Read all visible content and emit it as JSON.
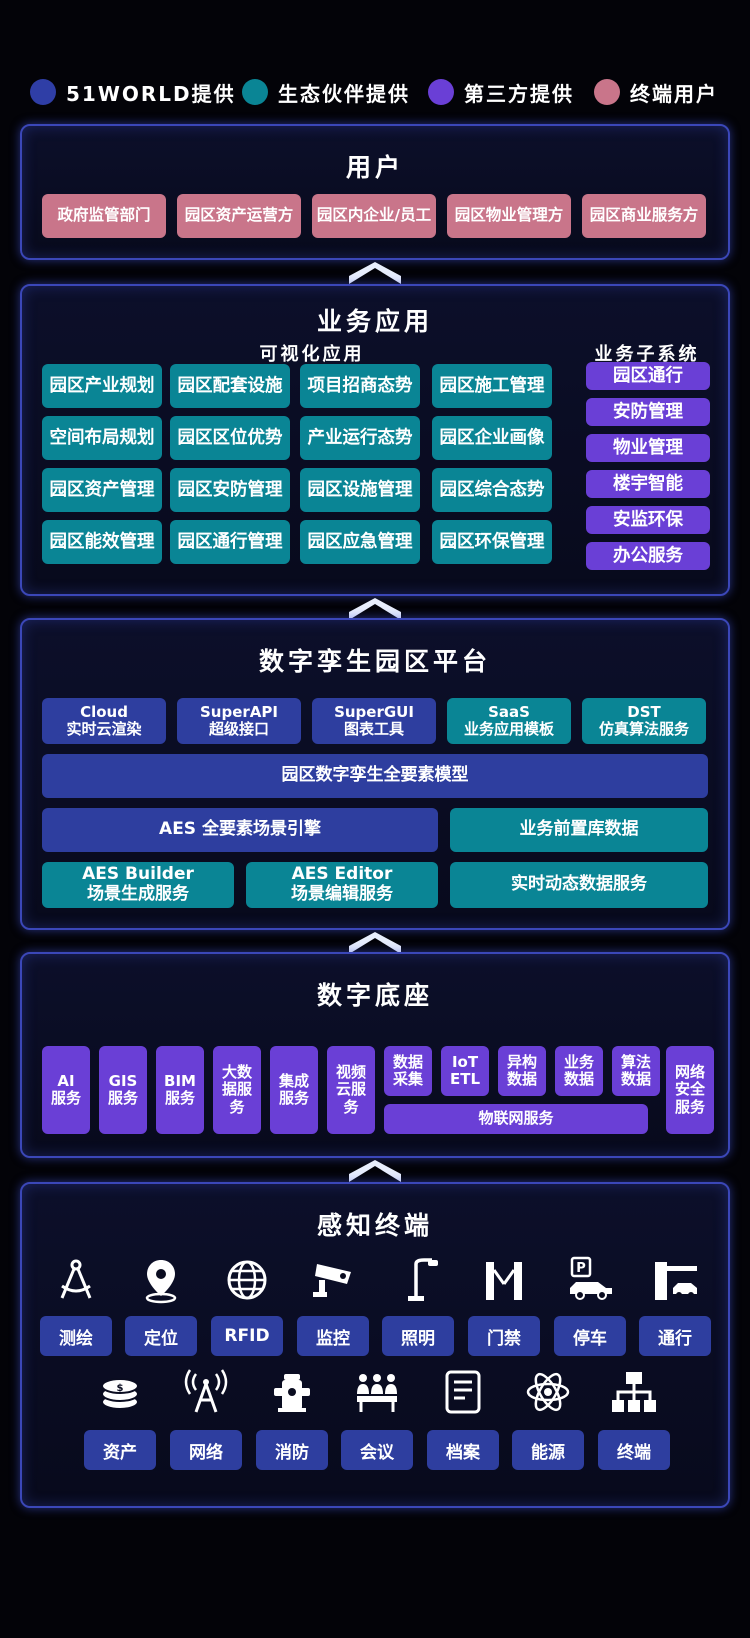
{
  "legend": [
    {
      "label": "51WORLD提供",
      "color": "#2f3ea6"
    },
    {
      "label": "生态伙伴提供",
      "color": "#0a8595"
    },
    {
      "label": "第三方提供",
      "color": "#6a3fd6"
    },
    {
      "label": "终端用户",
      "color": "#c9758a"
    }
  ],
  "users": {
    "title": "用户",
    "items": [
      "政府监管部门",
      "园区资产运营方",
      "园区内企业/员工",
      "园区物业管理方",
      "园区商业服务方"
    ]
  },
  "business": {
    "title": "业务应用",
    "visual_title": "可视化应用",
    "subsystem_title": "业务子系统",
    "visual_items": [
      "园区产业规划",
      "园区配套设施",
      "项目招商态势",
      "园区施工管理",
      "空间布局规划",
      "园区区位优势",
      "产业运行态势",
      "园区企业画像",
      "园区资产管理",
      "园区安防管理",
      "园区设施管理",
      "园区综合态势",
      "园区能效管理",
      "园区通行管理",
      "园区应急管理",
      "园区环保管理"
    ],
    "subsystems": [
      "园区通行",
      "安防管理",
      "物业管理",
      "楼宇智能",
      "安监环保",
      "办公服务"
    ]
  },
  "platform": {
    "title": "数字孪生园区平台",
    "top": [
      {
        "l1": "Cloud",
        "l2": "实时云渲染"
      },
      {
        "l1": "SuperAPI",
        "l2": "超级接口"
      },
      {
        "l1": "SuperGUI",
        "l2": "图表工具"
      },
      {
        "l1": "SaaS",
        "l2": "业务应用模板"
      },
      {
        "l1": "DST",
        "l2": "仿真算法服务"
      }
    ],
    "model": "园区数字孪生全要素模型",
    "aes": "AES 全要素场景引擎",
    "prepos": "业务前置库数据",
    "builder": {
      "l1": "AES Builder",
      "l2": "场景生成服务"
    },
    "editor": {
      "l1": "AES Editor",
      "l2": "场景编辑服务"
    },
    "realtime": "实时动态数据服务"
  },
  "base": {
    "title": "数字底座",
    "tall": [
      {
        "l1": "AI",
        "l2": "服务"
      },
      {
        "l1": "GIS",
        "l2": "服务"
      },
      {
        "l1": "BIM",
        "l2": "服务"
      },
      {
        "l1": "大数",
        "l2": "据服",
        "l3": "务"
      },
      {
        "l1": "集成",
        "l2": "服务"
      },
      {
        "l1": "视频",
        "l2": "云服",
        "l3": "务"
      }
    ],
    "iot_items": [
      {
        "l1": "数据",
        "l2": "采集"
      },
      {
        "l1": "IoT",
        "l2": "ETL"
      },
      {
        "l1": "异构",
        "l2": "数据"
      },
      {
        "l1": "业务",
        "l2": "数据"
      },
      {
        "l1": "算法",
        "l2": "数据"
      }
    ],
    "iot_service": "物联网服务",
    "net": {
      "l1": "网络",
      "l2": "安全",
      "l3": "服务"
    }
  },
  "perception": {
    "title": "感知终端",
    "row1": [
      {
        "label": "测绘",
        "icon": "survey-compass-icon"
      },
      {
        "label": "定位",
        "icon": "location-pin-icon"
      },
      {
        "label": "RFID",
        "icon": "globe-icon"
      },
      {
        "label": "监控",
        "icon": "cctv-camera-icon"
      },
      {
        "label": "照明",
        "icon": "street-lamp-icon"
      },
      {
        "label": "门禁",
        "icon": "turnstile-gate-icon"
      },
      {
        "label": "停车",
        "icon": "parking-car-icon"
      },
      {
        "label": "通行",
        "icon": "barrier-gate-icon"
      }
    ],
    "row2": [
      {
        "label": "资产",
        "icon": "coin-stack-icon"
      },
      {
        "label": "网络",
        "icon": "signal-tower-icon"
      },
      {
        "label": "消防",
        "icon": "fire-hydrant-icon"
      },
      {
        "label": "会议",
        "icon": "meeting-icon"
      },
      {
        "label": "档案",
        "icon": "document-icon"
      },
      {
        "label": "能源",
        "icon": "atom-icon"
      },
      {
        "label": "终端",
        "icon": "network-tree-icon"
      }
    ]
  }
}
